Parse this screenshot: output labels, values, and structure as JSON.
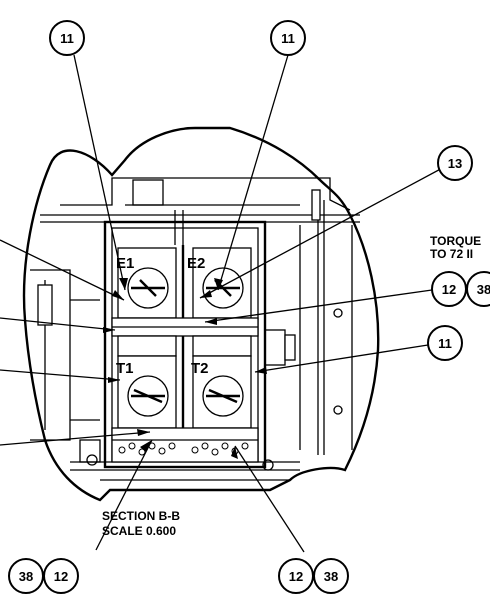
{
  "balloons": {
    "b11_top_left": "11",
    "b11_top_right": "11",
    "b13": "13",
    "b12_upper": "12",
    "b38_upper": "38",
    "b11_right": "11",
    "b38_bottom_left": "38",
    "b12_bottom_left": "12",
    "b12_bottom_right": "12",
    "b38_bottom_right": "38"
  },
  "terminals": {
    "e1": "E1",
    "e2": "E2",
    "t1": "T1",
    "t2": "T2"
  },
  "notes": {
    "torque_line1": "TORQUE",
    "torque_line2": "TO 72 II",
    "section_line1": "SECTION  B-B",
    "section_line2": "SCALE  0.600"
  }
}
